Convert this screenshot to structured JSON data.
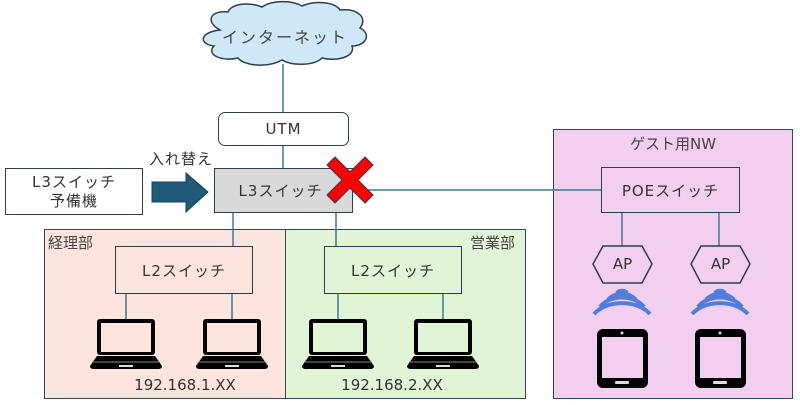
{
  "internet": {
    "label": "インターネット"
  },
  "utm": {
    "label": "UTM"
  },
  "l3_switch": {
    "label": "L3スイッチ",
    "status": "failed"
  },
  "spare": {
    "line1": "L3スイッチ",
    "line2": "予備機"
  },
  "replace_arrow": {
    "label": "入れ替え"
  },
  "zones": {
    "accounting": {
      "label": "経理部",
      "switch_label": "L2スイッチ",
      "ip": "192.168.1.XX",
      "pc_count": 2
    },
    "sales": {
      "label": "営業部",
      "switch_label": "L2スイッチ",
      "ip": "192.168.2.XX",
      "pc_count": 2
    },
    "guest": {
      "label": "ゲスト用NW",
      "switch_label": "POEスイッチ",
      "ap_labels": [
        "AP",
        "AP"
      ],
      "tablet_count": 2
    }
  },
  "colors": {
    "cloud_fill": "#cfe8f7",
    "link_line": "#3c7a98",
    "l3_fill": "#d9d9d9",
    "arrow": "#1f5a78",
    "x_mark": "#ff0000",
    "accounting_bg": "#fde4dc",
    "sales_bg": "#dff5d5",
    "guest_bg": "#f2cfee",
    "wifi": "#4f7fdb"
  }
}
